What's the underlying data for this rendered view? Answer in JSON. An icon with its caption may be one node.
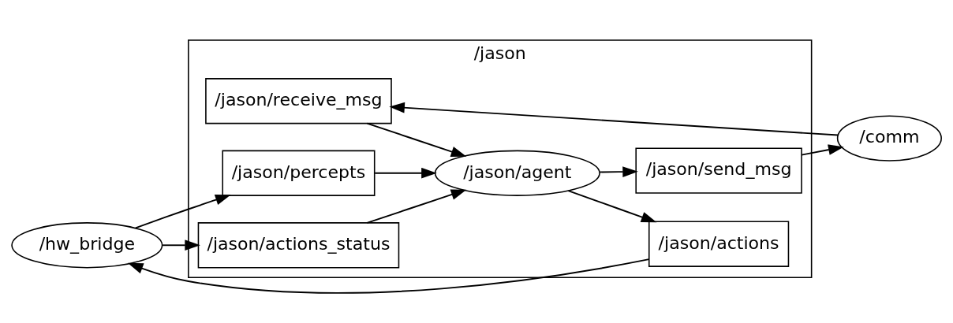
{
  "diagram": {
    "nodes": [
      {
        "text": [
          "/jason"
        ]
      },
      {
        "text": [
          "/jason/receive_msg"
        ],
        "in": 0
      },
      {
        "text": [
          "/jason/actions_status"
        ],
        "in": 0
      },
      {
        "text": [
          "/jason/percepts"
        ],
        "in": 0
      },
      {
        "text": [
          "/jason/agent"
        ],
        "in": 0
      },
      {
        "text": [
          "/jason/send_msg"
        ],
        "in": 0
      },
      {
        "text": [
          "/jason/actions"
        ],
        "in": 0
      },
      {
        "text": [
          "/hw_bridge"
        ]
      },
      {
        "text": [
          "/comm"
        ]
      }
    ],
    "edges": [
      {
        "from": 8,
        "to": 1,
        "arrow": "to"
      },
      {
        "from": 1,
        "to": 4,
        "arrow": "to"
      },
      {
        "from": 2,
        "to": 4,
        "arrow": "to"
      },
      {
        "from": 3,
        "to": 4,
        "arrow": "to"
      },
      {
        "from": 4,
        "to": 5,
        "arrow": "to"
      },
      {
        "from": 5,
        "to": 8,
        "arrow": "to"
      },
      {
        "from": 4,
        "to": 6,
        "arrow": "to"
      },
      {
        "from": 7,
        "to": 2,
        "arrow": "to"
      },
      {
        "from": 7,
        "to": 3,
        "arrow": "to"
      },
      {
        "from": 6,
        "to": 7,
        "arrow": "to"
      }
    ]
  }
}
